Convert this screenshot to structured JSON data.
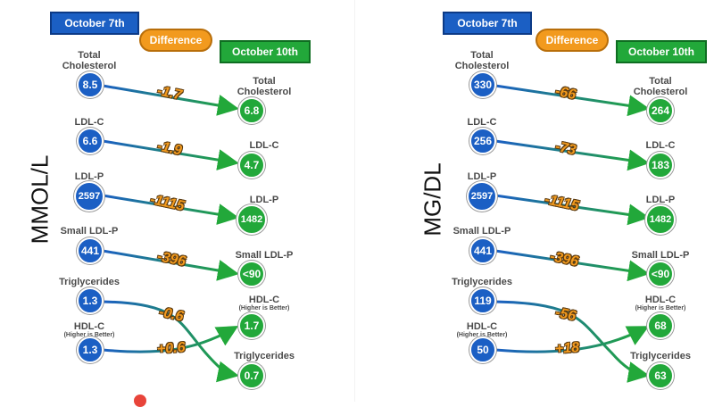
{
  "headers": {
    "before": "October 7th",
    "difference": "Difference",
    "after": "October 10th"
  },
  "units_left": "MMOL/L",
  "units_right": "MG/DL",
  "labels": {
    "tc": "Total Cholesterol",
    "ldlc": "LDL-C",
    "ldlp": "LDL-P",
    "sldlp": "Small LDL-P",
    "tg": "Triglycerides",
    "hdlc": "HDL-C",
    "hdl_note": "(Higher is Better)"
  },
  "mmol": {
    "tc": {
      "before": "8.5",
      "diff": "-1.7",
      "after": "6.8"
    },
    "ldlc": {
      "before": "6.6",
      "diff": "-1.9",
      "after": "4.7"
    },
    "ldlp": {
      "before": "2597",
      "diff": "-1115",
      "after": "1482"
    },
    "sldlp": {
      "before": "441",
      "diff": "-396",
      "after": "<90"
    },
    "tg": {
      "before": "1.3",
      "diff": "-0.6",
      "after": "0.7"
    },
    "hdlc": {
      "before": "1.3",
      "diff": "+0.6",
      "after": "1.7"
    }
  },
  "mgdl": {
    "tc": {
      "before": "330",
      "diff": "-66",
      "after": "264"
    },
    "ldlc": {
      "before": "256",
      "diff": "-73",
      "after": "183"
    },
    "ldlp": {
      "before": "2597",
      "diff": "-1115",
      "after": "1482"
    },
    "sldlp": {
      "before": "441",
      "diff": "-396",
      "after": "<90"
    },
    "tg": {
      "before": "119",
      "diff": "-56",
      "after": "63"
    },
    "hdlc": {
      "before": "50",
      "diff": "+18",
      "after": "68"
    }
  },
  "colors": {
    "blue": "#1b5fc4",
    "green": "#22a83a",
    "orange": "#f29a1e"
  }
}
